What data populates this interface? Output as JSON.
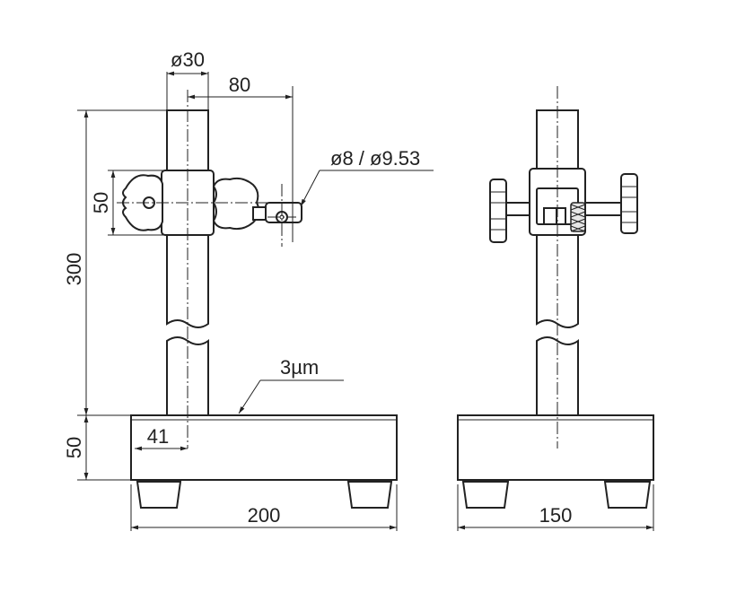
{
  "drawing": {
    "title": "",
    "front_view": {
      "dimensions": {
        "column_diameter": "ø30",
        "arm_reach": "80",
        "stem_hole": "ø8 / ø9.53",
        "clamp_height": "50",
        "column_height": "300",
        "base_height": "50",
        "column_offset": "41",
        "base_width": "200",
        "flatness": "3µm"
      }
    },
    "side_view": {
      "dimensions": {
        "base_depth": "150"
      }
    },
    "colors": {
      "line": "#222222",
      "background": "#ffffff"
    }
  }
}
